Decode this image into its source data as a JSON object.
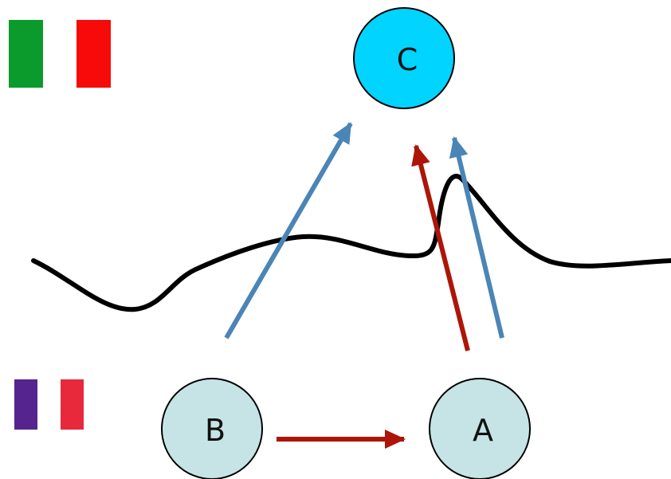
{
  "nodes": {
    "c": {
      "label": "C",
      "fill": "#00d4ff"
    },
    "b": {
      "label": "B",
      "fill": "#c6e4e6"
    },
    "a": {
      "label": "A",
      "fill": "#c6e4e6"
    }
  },
  "flags": {
    "italy": {
      "colors": [
        "#0b9a2c",
        "#ffffff",
        "#f70a0a"
      ]
    },
    "france": {
      "colors": [
        "#55248f",
        "#ffffff",
        "#e8293c"
      ]
    }
  },
  "arrow_colors": {
    "blue": "#4a85b6",
    "red": "#ac1507"
  },
  "boundary_color": "#000000"
}
